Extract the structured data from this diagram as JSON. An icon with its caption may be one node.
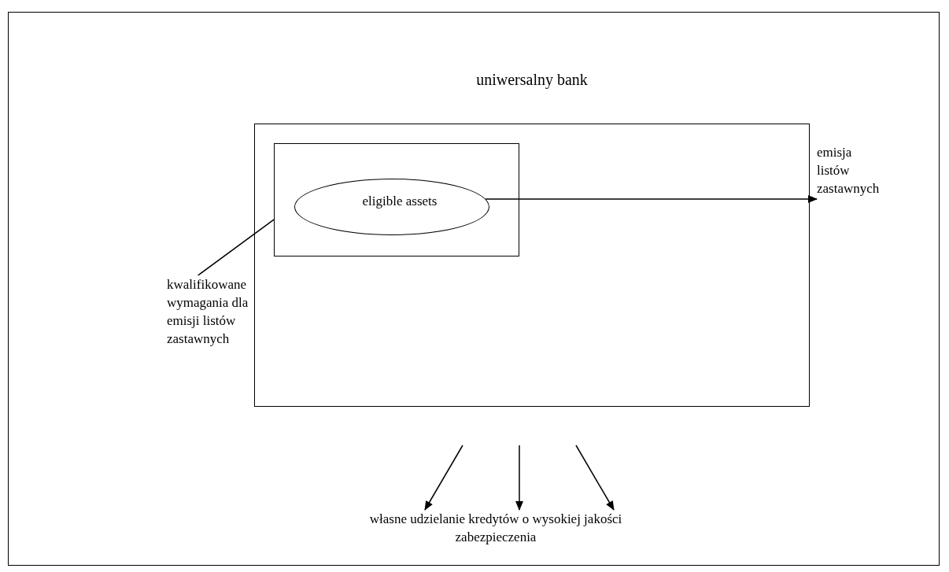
{
  "diagram": {
    "nodes": [
      {
        "text": [
          "uniwersalny bank"
        ]
      },
      {
        "text": [],
        "shape": "box",
        "in": 0
      },
      {
        "text": [
          "eligible assets"
        ],
        "in": 1
      },
      {
        "text": [
          "emisja listów zastawnych"
        ]
      },
      {
        "text": [
          "kwalifikowane wymagania dla emisji listów zastawnych"
        ]
      },
      {
        "text": [
          "własne udzielanie kredytów o wysokiej jakości zabezpieczenia"
        ]
      }
    ],
    "edges": [
      {
        "from": 2,
        "to": 3,
        "arrow": "to"
      },
      {
        "from": 4,
        "to": 1,
        "arrow": "none"
      },
      {
        "from": null,
        "to": 5,
        "arrow": "to"
      },
      {
        "from": null,
        "to": 5,
        "arrow": "to"
      },
      {
        "from": null,
        "to": 5,
        "arrow": "to"
      }
    ]
  }
}
